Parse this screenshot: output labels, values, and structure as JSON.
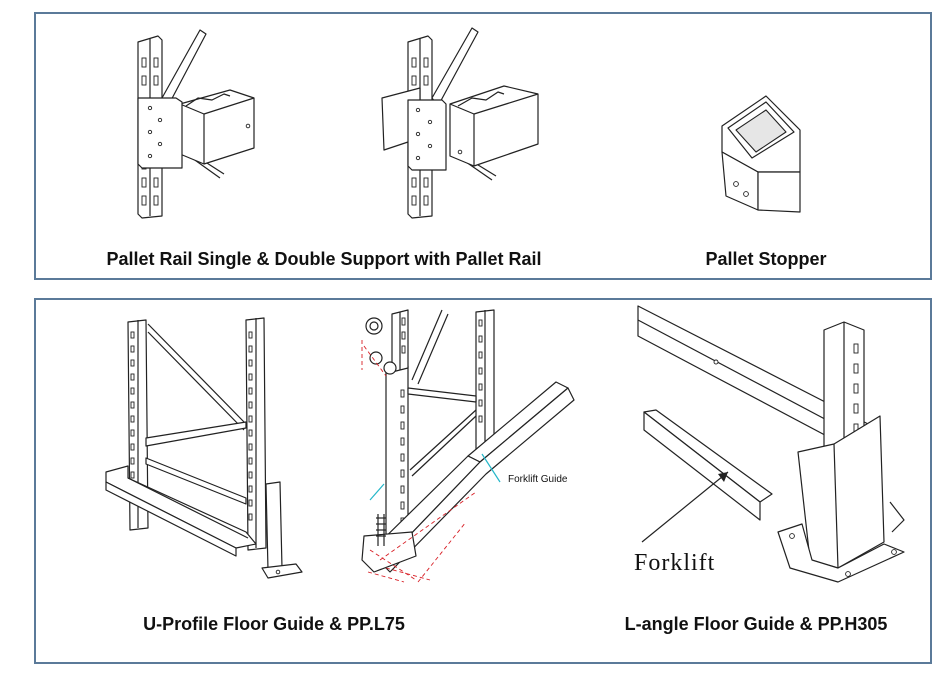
{
  "panels": {
    "top": {
      "captions": {
        "rail_support": "Pallet Rail Single & Double Support with Pallet Rail",
        "stopper": "Pallet Stopper"
      }
    },
    "bottom": {
      "captions": {
        "u_profile": "U-Profile Floor Guide & PP.L75",
        "l_angle": "L-angle Floor Guide & PP.H305"
      },
      "labels": {
        "forklift_guide": "Forklift Guide",
        "forklift": "Forklift"
      }
    }
  },
  "colors": {
    "panel_border": "#5b7a99",
    "line": "#222222",
    "red_dashed": "#d81f26",
    "cyan": "#25b7c9"
  }
}
